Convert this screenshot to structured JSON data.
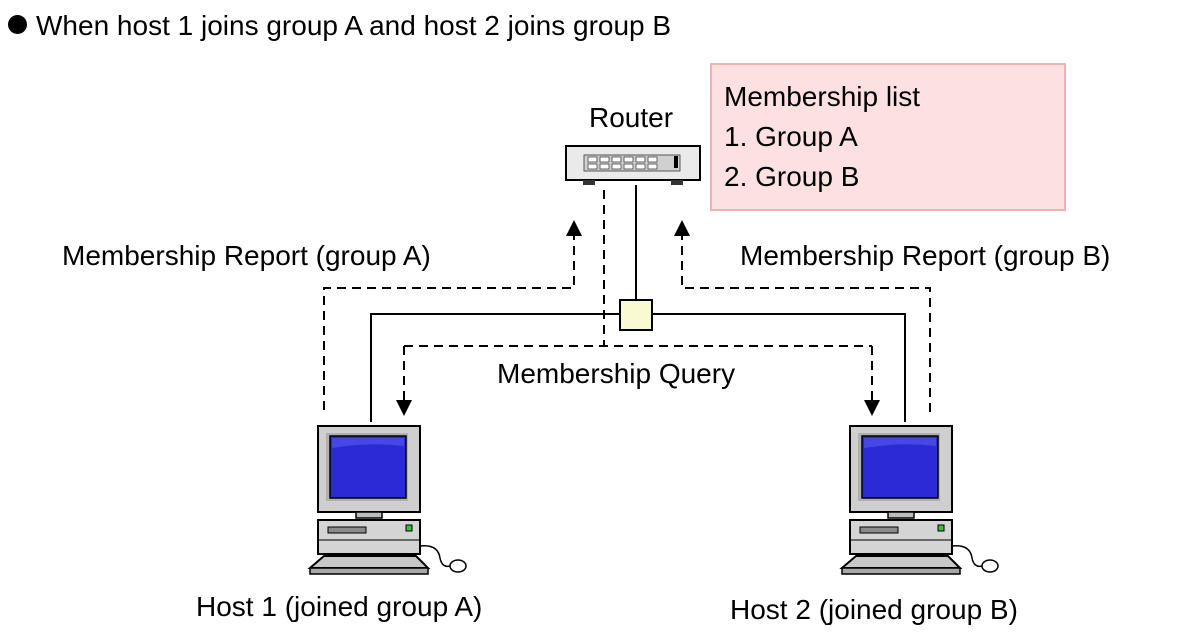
{
  "heading": "When host 1 joins group A and host 2 joins group B",
  "router": {
    "label": "Router"
  },
  "membership_list": {
    "title": "Membership list",
    "items": [
      "1. Group A",
      "2. Group B"
    ]
  },
  "messages": {
    "report_a": "Membership Report (group A)",
    "report_b": "Membership Report (group B)",
    "query": "Membership Query"
  },
  "hosts": [
    {
      "label": "Host 1 (joined group A)"
    },
    {
      "label": "Host 2 (joined group B)"
    }
  ],
  "colors": {
    "membership_fill": "#fde0e0",
    "membership_border": "#f3b0b0",
    "hub_fill": "#fafad2",
    "screen_blue": "#2b2bd6",
    "monitor_gray": "#c8c8c8"
  }
}
